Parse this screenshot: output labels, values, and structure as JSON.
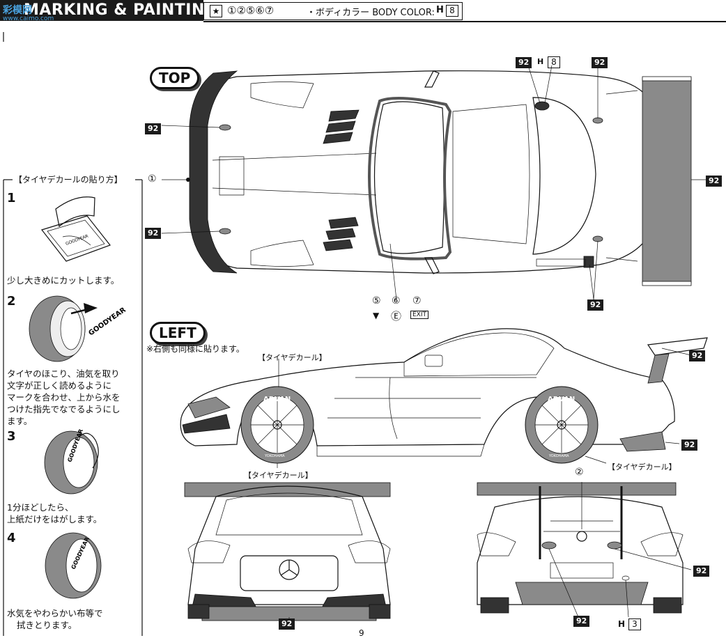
{
  "header": {
    "title": "MARKING & PAINTING",
    "logo_text": "彩模网",
    "logo_sub": "www.caimo.com",
    "decal_codes": "①②⑤⑥⑦",
    "body_color_label": "・ボディカラー BODY COLOR:",
    "body_color_h": "H",
    "body_color_num": "8"
  },
  "views": {
    "top_label": "TOP",
    "left_label": "LEFT",
    "left_note": "※右側も同様に貼ります。"
  },
  "callouts": {
    "num92": "92",
    "num1": "①",
    "num2": "②",
    "num5": "⑤",
    "num6": "⑥",
    "num7": "⑦",
    "h_label": "H",
    "h8": "8",
    "h3": "3",
    "e_mark": "Ⓔ",
    "exit_text": "EXIT",
    "tire_decal": "【タイヤデカール】"
  },
  "sidebar": {
    "title": "【タイヤデカールの貼り方】",
    "steps": [
      {
        "num": "1",
        "lines": [
          "少し大きめにカットします。"
        ]
      },
      {
        "num": "2",
        "lines": [
          "タイヤのほこり、油気を取り",
          "文字が正しく読めるように",
          "マークを合わせ、上から水を",
          "つけた指先でなでるようにし",
          "ます。"
        ]
      },
      {
        "num": "3",
        "lines": [
          "1分ほどしたら、",
          "上紙だけをはがします。"
        ]
      },
      {
        "num": "4",
        "lines": [
          "水気をやわらかい布等で",
          "拭きとります。"
        ]
      }
    ],
    "tire_brand": "GOODYEAR"
  },
  "wheel_brand": "ADVAN",
  "wheel_sub": "YOKOHAMA",
  "page_num": "9"
}
